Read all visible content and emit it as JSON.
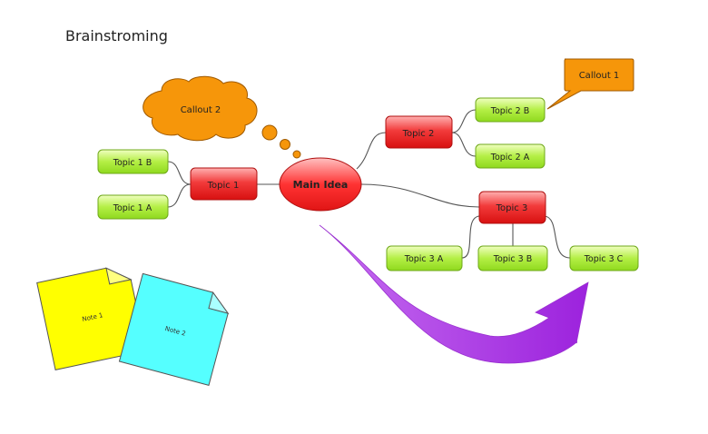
{
  "page": {
    "title": "Brainstroming"
  },
  "diagram": {
    "main_idea": "Main Idea",
    "topics": {
      "topic1": "Topic 1",
      "topic1a": "Topic 1 A",
      "topic1b": "Topic 1 B",
      "topic2": "Topic 2",
      "topic2a": "Topic 2 A",
      "topic2b": "Topic 2 B",
      "topic3": "Topic 3",
      "topic3a": "Topic 3 A",
      "topic3b": "Topic 3 B",
      "topic3c": "Topic 3 C"
    },
    "callouts": {
      "callout1": "Callout 1",
      "callout2": "Callout 2"
    },
    "notes": {
      "note1": "Note 1",
      "note2": "Note 2"
    }
  },
  "colors": {
    "main_node": "#ee2a2a",
    "topic_node": "#f23b3b",
    "subtopic_node": "#a8e83a",
    "callout": "#f6960a",
    "note1": "#ffff00",
    "note2": "#55ffff",
    "arrow": "#b445e8"
  }
}
